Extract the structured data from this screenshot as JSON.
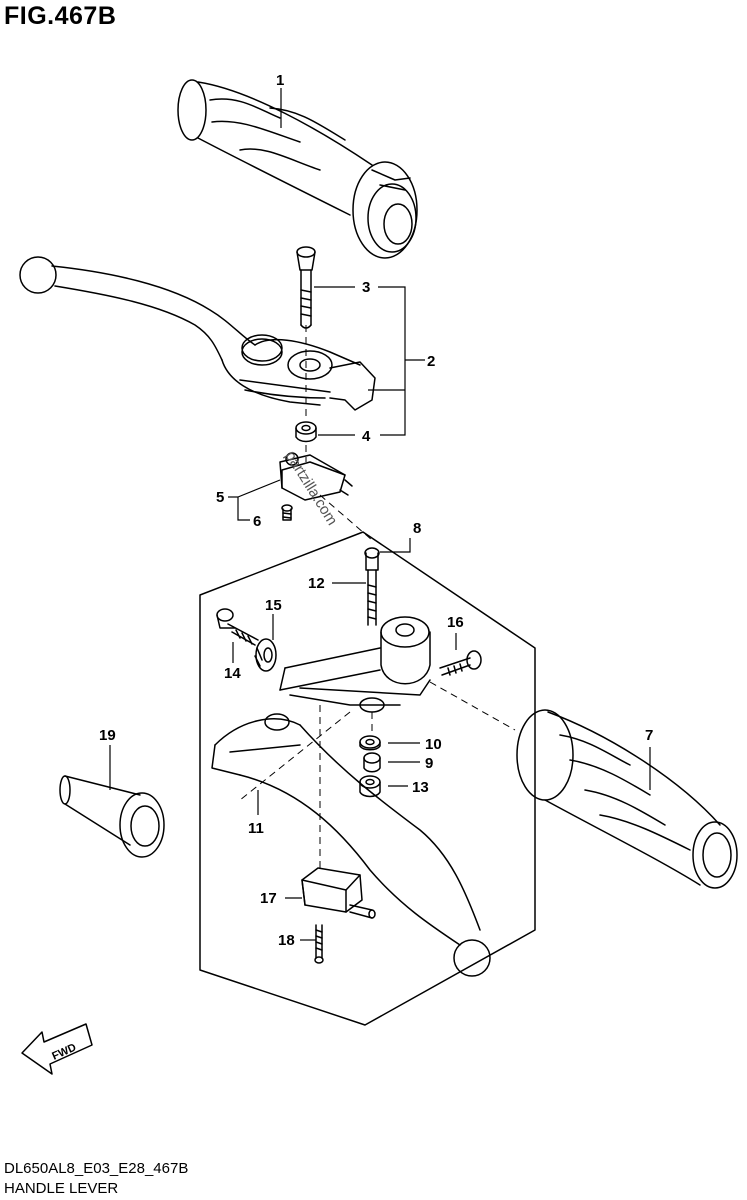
{
  "figure": {
    "title": "FIG.467B",
    "model_code": "DL650AL8_E03_E28_467B",
    "name": "HANDLE LEVER"
  },
  "watermark": "partzilla.com",
  "direction_label": "FWD",
  "callouts": {
    "c1": "1",
    "c2": "2",
    "c3": "3",
    "c4": "4",
    "c5": "5",
    "c6": "6",
    "c7": "7",
    "c8": "8",
    "c9": "9",
    "c10": "10",
    "c11": "11",
    "c12": "12",
    "c13": "13",
    "c14": "14",
    "c15": "15",
    "c16": "16",
    "c17": "17",
    "c18": "18",
    "c19": "19"
  }
}
